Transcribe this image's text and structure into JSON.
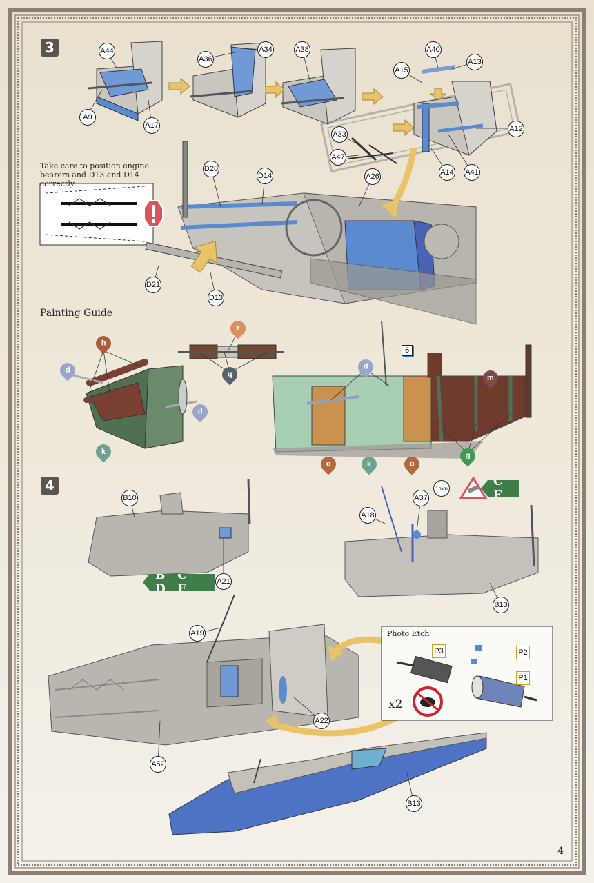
{
  "page_number": "4",
  "steps": [
    {
      "label": "3"
    },
    {
      "label": "4"
    }
  ],
  "notes": {
    "engine_bearers": "Take care to position engine bearers and D13 and D14 correctly",
    "painting_guide": "Painting Guide",
    "photo_etch": "Photo Etch",
    "x2": "x2",
    "mm": "1mm"
  },
  "variants": {
    "step4_a": "B C D E",
    "step4_b": "C E"
  },
  "colors": {
    "frame": "#7a6f63",
    "arrow": "#e8c36a",
    "part_blue": "#5b8bcf",
    "fuselage_grey": "#b9b6af",
    "variant_green": "#3f7e4b",
    "warning_red": "#d8565b",
    "paint_wood": "#c9924f",
    "paint_green": "#9ec8ad",
    "paint_brown": "#6e3b2e",
    "paint_blue_grey": "#8fa0c4"
  },
  "part_labels": {
    "A44": "A44",
    "A9": "A9",
    "A17": "A17",
    "A36": "A36",
    "A34": "A34",
    "A38": "A38",
    "A40": "A40",
    "A15": "A15",
    "A13": "A13",
    "A12": "A12",
    "A33": "A33",
    "A47": "A47",
    "A14": "A14",
    "A41": "A41",
    "D20": "D20",
    "D14": "D14",
    "A26": "A26",
    "D21": "D21",
    "D13": "D13",
    "B10": "B10",
    "A21": "A21",
    "A18": "A18",
    "A37": "A37",
    "B13": "B13",
    "A19": "A19",
    "A22": "A22",
    "A52": "A52"
  },
  "pe_labels": {
    "P3": "P3",
    "P2": "P2",
    "P1": "P1"
  },
  "paint_codes": {
    "h": "h",
    "r": "r",
    "q": "q",
    "d": "d",
    "k": "k",
    "m": "m",
    "g": "g",
    "o": "o"
  },
  "callout_number": "6"
}
